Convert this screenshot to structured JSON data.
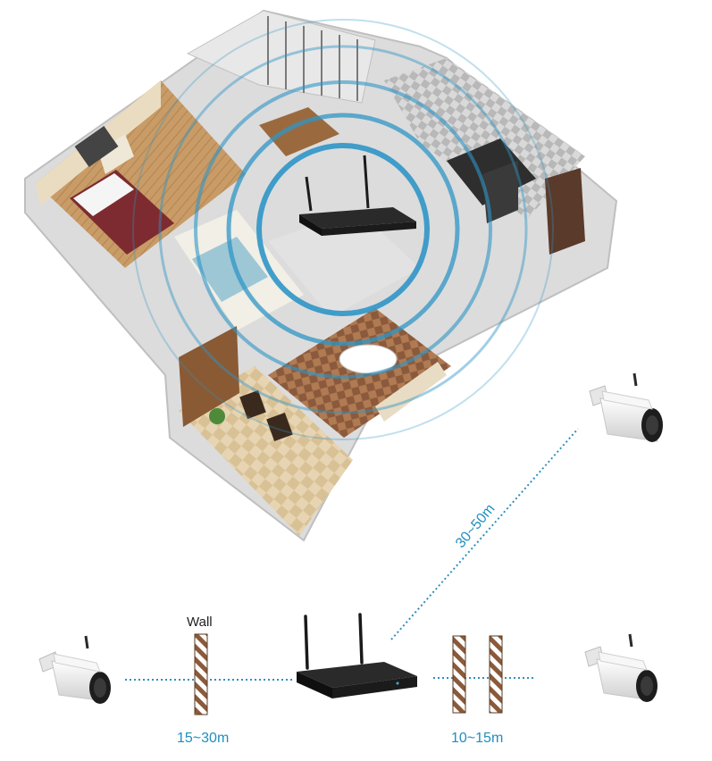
{
  "labels": {
    "wall": "Wall",
    "range_left": "15~30m",
    "range_right": "10~15m",
    "range_diagonal": "30~50m"
  },
  "colors": {
    "signal_ring": "#2f95c6",
    "signal_line": "#2f8fbf",
    "range_text": "#1f8fbf",
    "wall_stripe": "#8a5a3a",
    "nvr_body": "#1b1b1b",
    "camera_body": "#f2f2f2",
    "floor_wood": "#c9a271",
    "floor_tile": "#e6d3b0",
    "wall_white": "#efefef"
  },
  "icons": {
    "house": "floorplan-illustration",
    "router": "nvr-recorder-icon",
    "camera": "bullet-camera-icon"
  }
}
